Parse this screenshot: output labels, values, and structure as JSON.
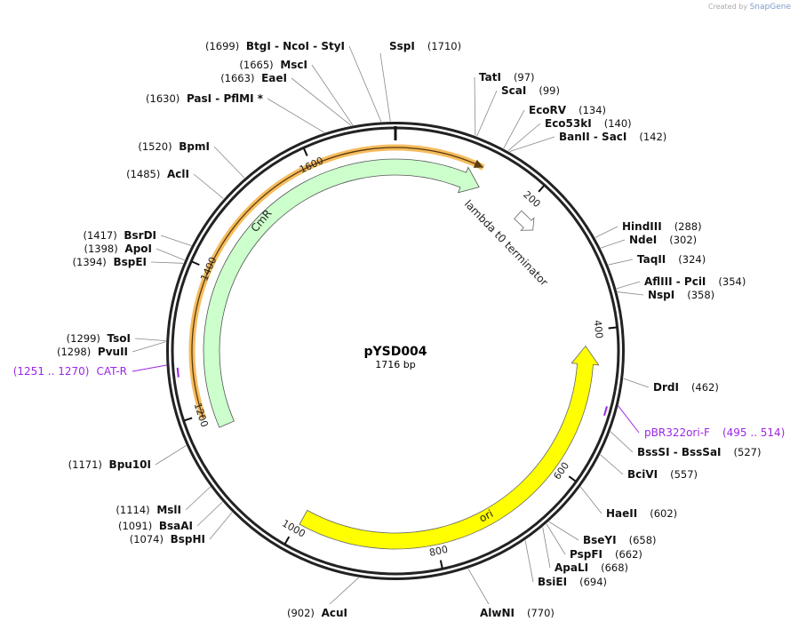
{
  "credit": {
    "prefix": "Created by",
    "brand": "SnapGene"
  },
  "plasmid": {
    "name": "pYSD004",
    "length_label": "1716 bp",
    "length": 1716
  },
  "colors": {
    "cmr": "#ccffcc",
    "ori": "#ffff00",
    "highlight": "#f5b041",
    "primer": "#9b27e6",
    "backbone": "#222222"
  },
  "ticks": [
    200,
    400,
    600,
    800,
    1000,
    1200,
    1400,
    1600
  ],
  "features": [
    {
      "name": "CmR",
      "start": 1175,
      "end": 129,
      "direction": "forward"
    },
    {
      "name": "lambda t0 terminator",
      "start": 200,
      "end": 232,
      "direction": "forward"
    },
    {
      "name": "ori",
      "start": 422,
      "end": 996,
      "direction": "reverse"
    }
  ],
  "primers": [
    {
      "name": "CAT-R",
      "range": "(1251 .. 1270)",
      "pos": 1260
    },
    {
      "name": "pBR322ori-F",
      "range": "(495 .. 514)",
      "pos": 505
    }
  ],
  "sites": [
    {
      "name": "BtgI  - NcoI  - StyI",
      "pos": 1699,
      "side": "left"
    },
    {
      "name": "SspI",
      "pos": 1710,
      "side": "right"
    },
    {
      "name": "MscI",
      "pos": 1665,
      "side": "left"
    },
    {
      "name": "EaeI",
      "pos": 1663,
      "side": "left"
    },
    {
      "name": "PasI  - PflMI *",
      "pos": 1630,
      "side": "left"
    },
    {
      "name": "BpmI",
      "pos": 1520,
      "side": "left"
    },
    {
      "name": "AclI",
      "pos": 1485,
      "side": "left"
    },
    {
      "name": "BsrDI",
      "pos": 1417,
      "side": "left"
    },
    {
      "name": "ApoI",
      "pos": 1398,
      "side": "left"
    },
    {
      "name": "BspEI",
      "pos": 1394,
      "side": "left"
    },
    {
      "name": "TsoI",
      "pos": 1299,
      "side": "left"
    },
    {
      "name": "PvuII",
      "pos": 1298,
      "side": "left"
    },
    {
      "name": "Bpu10I",
      "pos": 1171,
      "side": "left"
    },
    {
      "name": "MslI",
      "pos": 1114,
      "side": "left"
    },
    {
      "name": "BsaAI",
      "pos": 1091,
      "side": "left"
    },
    {
      "name": "BspHI",
      "pos": 1074,
      "side": "left"
    },
    {
      "name": "AcuI",
      "pos": 902,
      "side": "left"
    },
    {
      "name": "TatI",
      "pos": 97,
      "side": "right"
    },
    {
      "name": "ScaI",
      "pos": 99,
      "side": "right"
    },
    {
      "name": "EcoRV",
      "pos": 134,
      "side": "right"
    },
    {
      "name": "Eco53kI",
      "pos": 140,
      "side": "right"
    },
    {
      "name": "BanII  - SacI",
      "pos": 142,
      "side": "right"
    },
    {
      "name": "HindIII",
      "pos": 288,
      "side": "right"
    },
    {
      "name": "NdeI",
      "pos": 302,
      "side": "right"
    },
    {
      "name": "TaqII",
      "pos": 324,
      "side": "right"
    },
    {
      "name": "AflIII  - PciI",
      "pos": 354,
      "side": "right"
    },
    {
      "name": "NspI",
      "pos": 358,
      "side": "right"
    },
    {
      "name": "DrdI",
      "pos": 462,
      "side": "right"
    },
    {
      "name": "BssSI  - BssSaI",
      "pos": 527,
      "side": "right"
    },
    {
      "name": "BciVI",
      "pos": 557,
      "side": "right"
    },
    {
      "name": "HaeII",
      "pos": 602,
      "side": "right"
    },
    {
      "name": "BseYI",
      "pos": 658,
      "side": "right"
    },
    {
      "name": "PspFI",
      "pos": 662,
      "side": "right"
    },
    {
      "name": "ApaLI",
      "pos": 668,
      "side": "right"
    },
    {
      "name": "BsiEI",
      "pos": 694,
      "side": "right"
    },
    {
      "name": "AlwNI",
      "pos": 770,
      "side": "right"
    }
  ]
}
